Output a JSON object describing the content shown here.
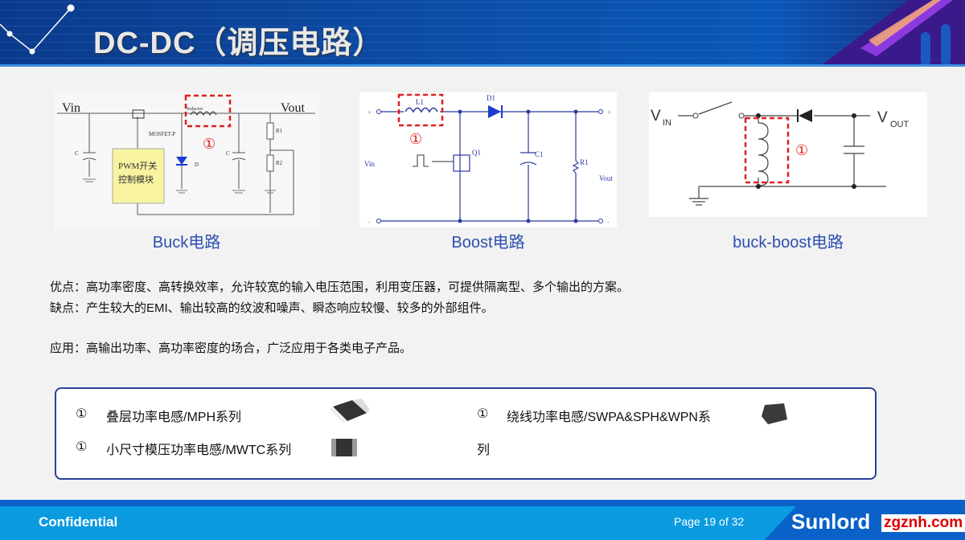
{
  "header": {
    "title": "DC-DC（调压电路）"
  },
  "figures": {
    "buck": {
      "vin": "Vin",
      "vout": "Vout",
      "inductor": "Inductor",
      "mosfet": "MOSFET-P",
      "pwm_line1": "PWM开关",
      "pwm_line2": "控制模块",
      "c1": "C",
      "c2": "C",
      "d": "D",
      "r1": "R1",
      "r2": "R2",
      "marker": "①",
      "caption": "Buck电路"
    },
    "boost": {
      "l1": "L1",
      "d1": "D1",
      "q1": "Q1",
      "c1": "C1",
      "r1": "R1",
      "vin": "Vin",
      "vout": "Vout",
      "plus": "+",
      "minus": "-",
      "marker": "①",
      "caption": "Boost电路"
    },
    "buckboost": {
      "vin": "V",
      "vin_sub": "IN",
      "vout": "V",
      "vout_sub": "OUT",
      "marker": "①",
      "caption": "buck-boost电路"
    }
  },
  "body": {
    "pros": "优点：高功率密度、高转换效率，允许较宽的输入电压范围，利用变压器，可提供隔离型、多个输出的方案。",
    "cons": "缺点：产生较大的EMI、输出较高的纹波和噪声、瞬态响应较慢、较多的外部组件。",
    "application": "应用：高输出功率、高功率密度的场合，广泛应用于各类电子产品。"
  },
  "products": [
    {
      "marker": "①",
      "label": "叠层功率电感/MPH系列"
    },
    {
      "marker": "①",
      "label": "小尺寸模压功率电感/MWTC系列"
    },
    {
      "marker": "①",
      "label": "绕线功率电感/SWPA&SPH&WPN系",
      "label_wrap": "列"
    }
  ],
  "footer": {
    "confidential": "Confidential",
    "page": "Page 19 of 32",
    "logo": "Sunlord",
    "watermark": "zgznh.com"
  },
  "colors": {
    "accent": "#2c4fb0",
    "marker": "#e02020",
    "box_border": "#2b3f9c"
  }
}
